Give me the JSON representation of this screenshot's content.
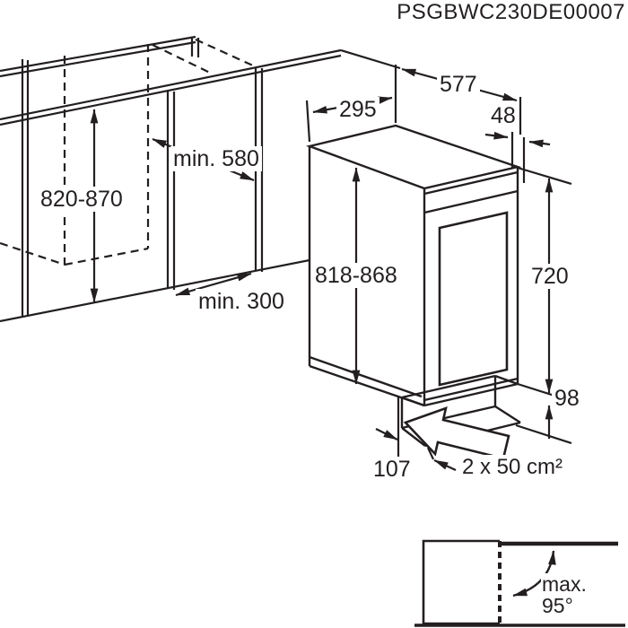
{
  "header": {
    "product_code": "PSGBWC230DE00007"
  },
  "diagram": {
    "dimensions": {
      "appliance_depth": "577",
      "appliance_width": "295",
      "rear_gap": "48",
      "niche_depth": "min. 580",
      "niche_height": "820-870",
      "appliance_height": "818-868",
      "door_height": "720",
      "floor_clearance": "min. 300",
      "plinth_height": "98",
      "plinth_recess": "107",
      "ventilation_area": "2 x 50 cm²"
    },
    "door_opening": {
      "label": "max.",
      "angle": "95°"
    }
  },
  "colors": {
    "line": "#231f20",
    "background": "#ffffff"
  }
}
